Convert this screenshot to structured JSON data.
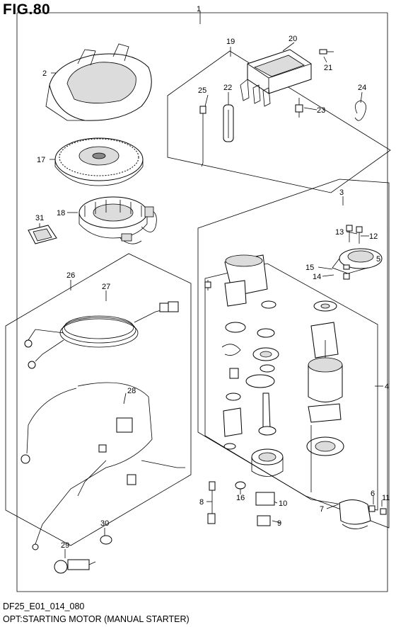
{
  "figure": {
    "title": "FIG.80",
    "code": "DF25_E01_014_080",
    "caption": "OPT:STARTING MOTOR (MANUAL STARTER)"
  },
  "callouts": [
    "1",
    "2",
    "3",
    "4",
    "5",
    "6",
    "7",
    "8",
    "9",
    "10",
    "11",
    "12",
    "13",
    "14",
    "15",
    "16",
    "17",
    "18",
    "19",
    "20",
    "21",
    "22",
    "23",
    "24",
    "25",
    "26",
    "27",
    "28",
    "29",
    "30",
    "31"
  ]
}
